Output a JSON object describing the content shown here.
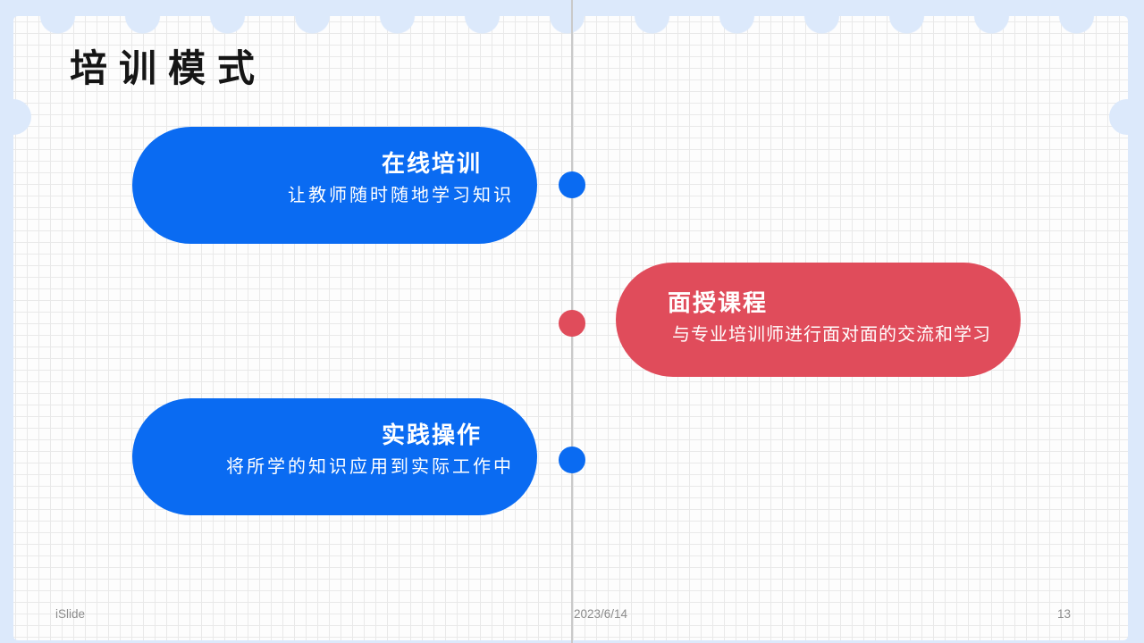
{
  "slide": {
    "title": "培训模式",
    "modes": [
      {
        "name": "在线培训",
        "description": "让教师随时随地学习知识",
        "accent": "#0A6BF2",
        "text_align": "right",
        "side": "left-of-axis"
      },
      {
        "name": "面授课程",
        "description": "与专业培训师进行面对面的交流和学习",
        "accent": "#E04C5B",
        "text_align": "left",
        "side": "right-of-axis"
      },
      {
        "name": "实践操作",
        "description": "将所学的知识应用到实际工作中",
        "accent": "#0A6BF2",
        "text_align": "right",
        "side": "left-of-axis"
      }
    ],
    "timeline": {
      "dot_colors": [
        "#0A6BF2",
        "#E04C5B",
        "#0A6BF2"
      ]
    },
    "footer": {
      "brand": "iSlide",
      "date": "2023/6/14",
      "page_number": "13"
    },
    "colors": {
      "pill_blue": "#0A6BF2",
      "pill_red": "#E04C5B",
      "border_light_blue": "#DCE9FB",
      "paper": "#FDFDFD",
      "grid_line": "#E9E9E9",
      "axis_gray": "#C9C9C9",
      "title_black": "#151515",
      "footer_gray": "#8C8C8C"
    }
  }
}
